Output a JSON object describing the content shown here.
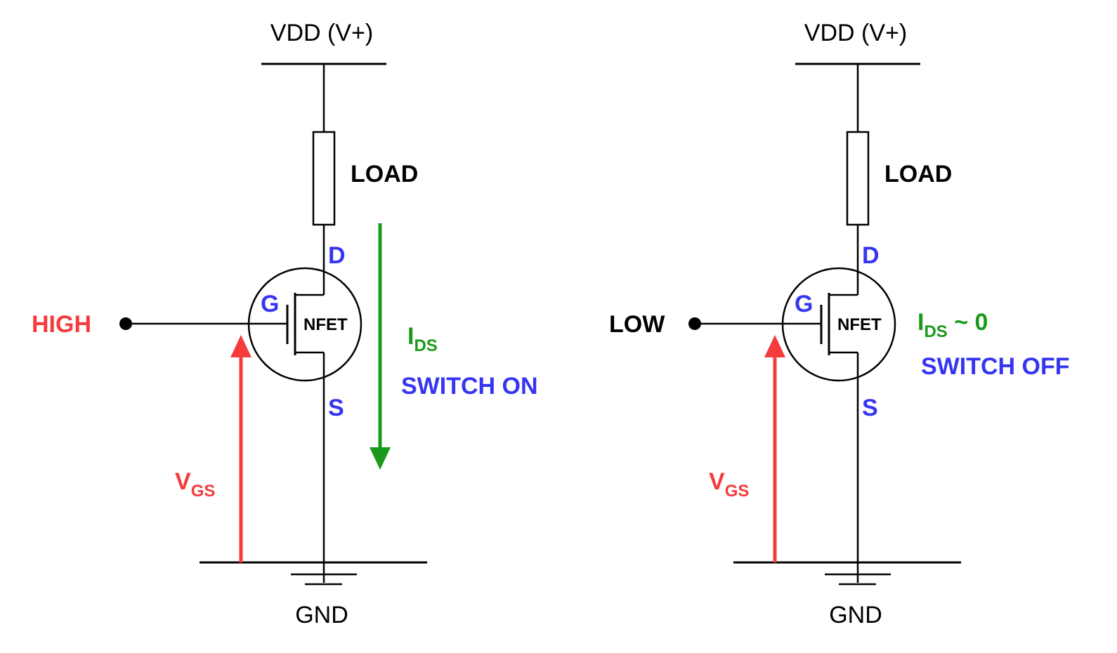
{
  "colors": {
    "wire": "#000000",
    "terminal": "#3535f2",
    "vgs": "#f53b3b",
    "ids": "#1a9a1a",
    "status": "#3535f2",
    "input_high": "#f53b3b",
    "input_low": "#000000"
  },
  "circuits": [
    {
      "vdd_label": "VDD (V+)",
      "load_label": "LOAD",
      "gnd_label": "GND",
      "fet_label": "NFET",
      "terminals": {
        "drain": "D",
        "gate": "G",
        "source": "S"
      },
      "input_label": "HIGH",
      "vgs": {
        "main": "V",
        "sub": "GS"
      },
      "ids": {
        "main": "I",
        "sub": "DS",
        "suffix": ""
      },
      "status": "SWITCH ON",
      "ids_arrow": true
    },
    {
      "vdd_label": "VDD (V+)",
      "load_label": "LOAD",
      "gnd_label": "GND",
      "fet_label": "NFET",
      "terminals": {
        "drain": "D",
        "gate": "G",
        "source": "S"
      },
      "input_label": "LOW",
      "vgs": {
        "main": "V",
        "sub": "GS"
      },
      "ids": {
        "main": "I",
        "sub": "DS",
        "suffix": " ~ 0"
      },
      "status": "SWITCH OFF",
      "ids_arrow": false
    }
  ]
}
